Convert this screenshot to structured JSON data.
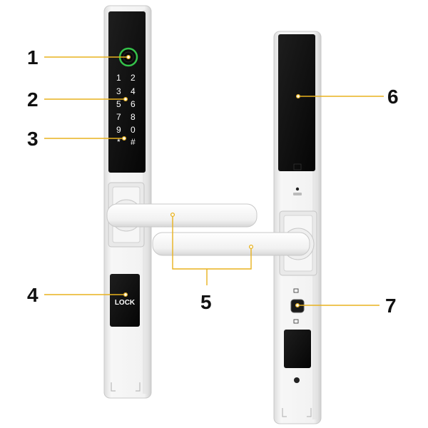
{
  "keypad": {
    "keys": [
      "1",
      "2",
      "3",
      "4",
      "5",
      "6",
      "7",
      "8",
      "9",
      "0",
      "*",
      "#"
    ]
  },
  "lock_button_label": "LOCK",
  "callouts": [
    {
      "id": "fingerprint",
      "number": "1"
    },
    {
      "id": "keypad",
      "number": "2"
    },
    {
      "id": "keypad-lower",
      "number": "3"
    },
    {
      "id": "lock-button",
      "number": "4"
    },
    {
      "id": "handles",
      "number": "5"
    },
    {
      "id": "rear-panel",
      "number": "6"
    },
    {
      "id": "thumb-turn",
      "number": "7"
    }
  ],
  "colors": {
    "leader": "#e8b21f",
    "panel": "#111111",
    "body": "#f2f2f2",
    "fingerprint_ring": "#35c24a"
  }
}
